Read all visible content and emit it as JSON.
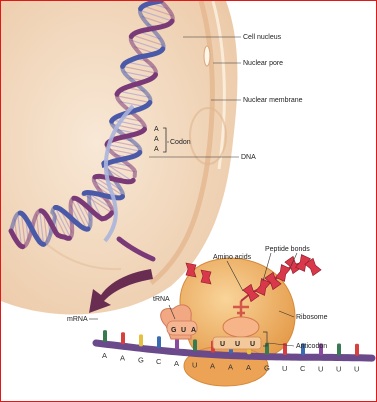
{
  "labels": {
    "cell_nucleus": "Cell nucleus",
    "nuclear_pore": "Nuclear pore",
    "nuclear_membrane": "Nuclear membrane",
    "codon": "Codon",
    "dna": "DNA",
    "amino_acids": "Amino acids",
    "peptide_bonds": "Peptide bonds",
    "trna": "tRNA",
    "ribosome": "Ribosome",
    "mrna": "mRNA",
    "anticodon": "Anticodon"
  },
  "codon_bases": [
    "A",
    "A",
    "A"
  ],
  "trna_bases": [
    "G",
    "U",
    "A"
  ],
  "anticodon_bases": [
    "U",
    "U",
    "U"
  ],
  "mrna_bases": [
    "A",
    "A",
    "G",
    "C",
    "A",
    "U",
    "A",
    "A",
    "A",
    "G",
    "U",
    "C",
    "U",
    "U",
    "U"
  ],
  "colors": {
    "border": "#e01818",
    "nucleus": "#f3dcc4",
    "dna_blue": "#4a5aa8",
    "dna_purple": "#7a3a78",
    "ribosome": "#f0b060",
    "mrna": "#6a4a8a",
    "amino_acid": "#d8384a"
  }
}
